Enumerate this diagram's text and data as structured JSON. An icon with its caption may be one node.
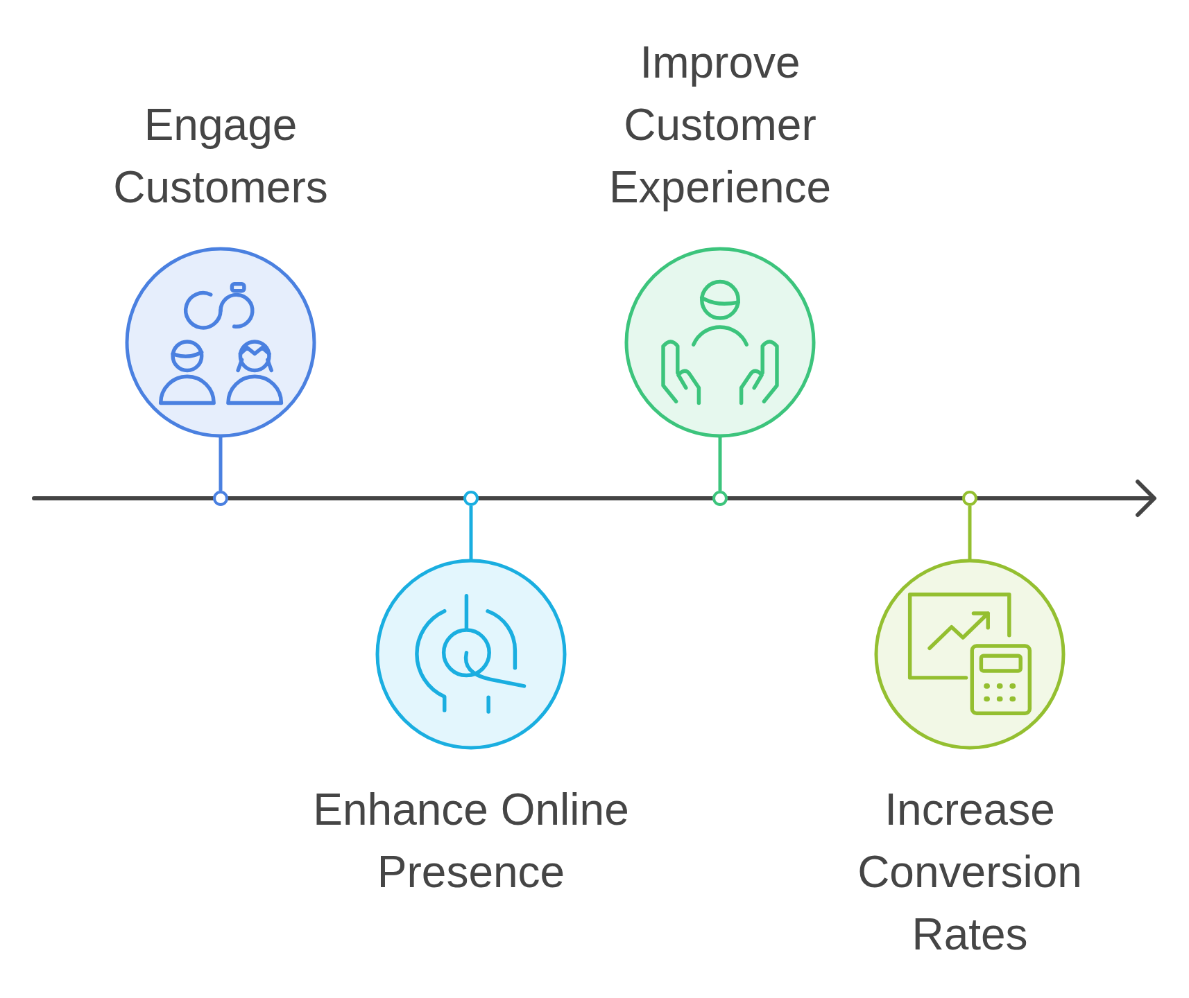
{
  "diagram": {
    "nodes": [
      {
        "text": [
          "Engage Customers"
        ]
      },
      {
        "text": [
          "Enhance Online Presence"
        ]
      },
      {
        "text": [
          "Improve Customer Experience"
        ]
      },
      {
        "text": [
          "Increase Conversion Rates"
        ]
      },
      {
        "text": [],
        "shape": "circle"
      },
      {
        "text": [],
        "shape": "circle"
      },
      {
        "text": [],
        "shape": "circle"
      },
      {
        "text": [],
        "shape": "circle"
      }
    ],
    "edges": [
      {
        "from": 0,
        "to": 4,
        "arrow": "none",
        "color": "#4a80e0"
      },
      {
        "from": 1,
        "to": 5,
        "arrow": "none",
        "color": "#1aaee0"
      },
      {
        "from": 2,
        "to": 6,
        "arrow": "none",
        "color": "#3cc47c"
      },
      {
        "from": 3,
        "to": 7,
        "arrow": "none",
        "color": "#94bf30"
      }
    ]
  }
}
